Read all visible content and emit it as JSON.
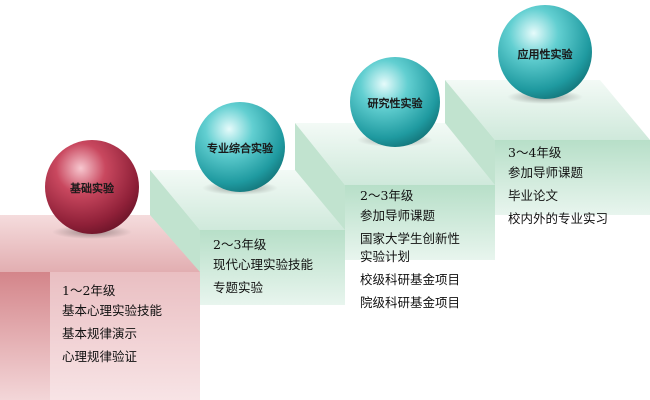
{
  "stages": [
    {
      "name": "基础实验",
      "grade": "1～2年级",
      "items": [
        "基本心理实验技能",
        "基本规律演示",
        "心理规律验证"
      ]
    },
    {
      "name": "专业综合实验",
      "grade": "2～3年级",
      "items": [
        "现代心理实验技能",
        "专题实验"
      ]
    },
    {
      "name": "研究性实验",
      "grade": "2～3年级",
      "items": [
        "参加导师课题",
        "国家大学生创新性",
        "实验计划",
        "校级科研基金项目",
        "院级科研基金项目"
      ]
    },
    {
      "name": "应用性实验",
      "grade": "3～4年级",
      "items": [
        "参加导师课题",
        "毕业论文",
        "校内外的专业实习"
      ]
    }
  ],
  "colors": {
    "red_top": "#e9c1c3",
    "red_front": "#d98e92",
    "green_top": "#d4ede0",
    "green_side": "#a8d6bd",
    "sphere_red": "#b0324c",
    "sphere_teal": "#3fb8bb"
  }
}
